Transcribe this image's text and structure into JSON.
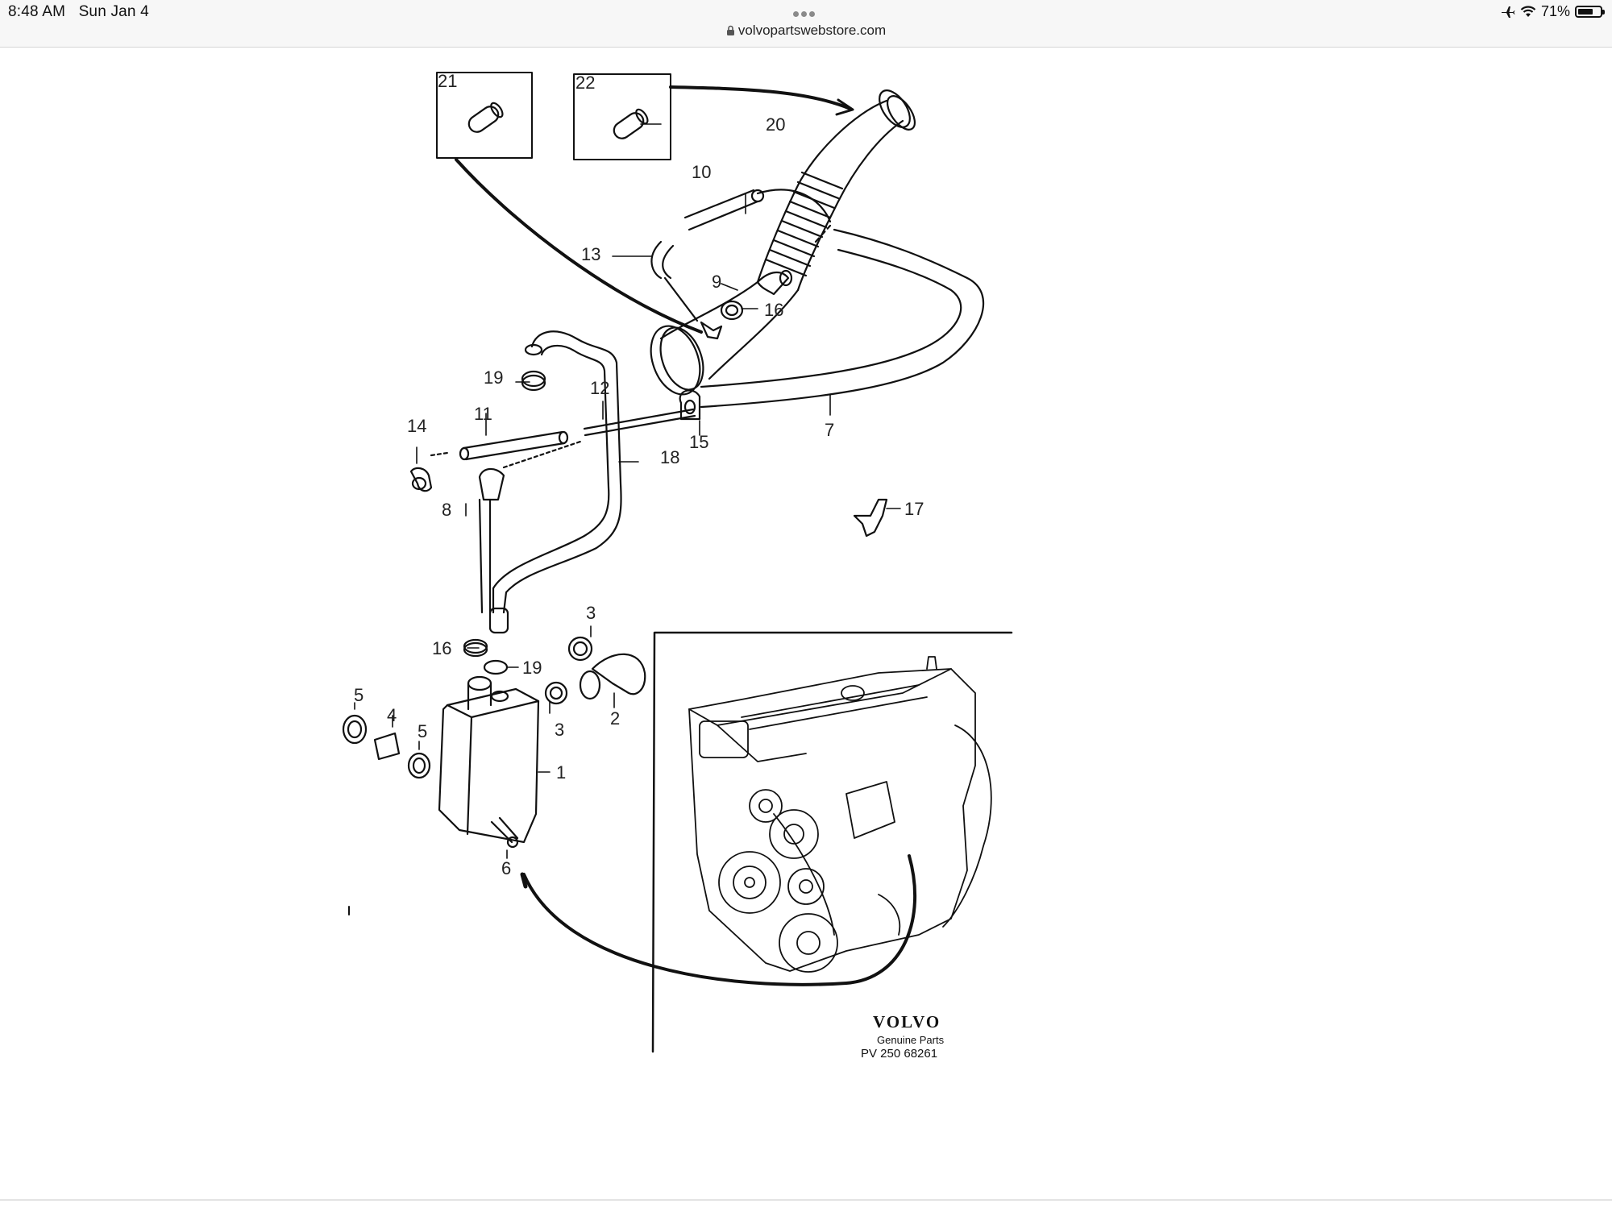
{
  "status_bar": {
    "time": "8:48 AM",
    "date": "Sun Jan 4",
    "battery_percent": "71%",
    "battery_level": 0.71
  },
  "browser": {
    "url": "volvopartswebstore.com"
  },
  "diagram": {
    "part_labels": {
      "p1": "1",
      "p2": "2",
      "p3a": "3",
      "p3b": "3",
      "p4": "4",
      "p5a": "5",
      "p5b": "5",
      "p6": "6",
      "p7": "7",
      "p8": "8",
      "p9": "9",
      "p10": "10",
      "p11": "11",
      "p12": "12",
      "p13": "13",
      "p14": "14",
      "p15": "15",
      "p16a": "16",
      "p16b": "16",
      "p17": "17",
      "p18": "18",
      "p19a": "19",
      "p19b": "19",
      "p20": "20",
      "p21": "21",
      "p22": "22"
    },
    "brand": {
      "name": "VOLVO",
      "subtitle": "Genuine Parts",
      "reference": "PV 250 68261"
    }
  }
}
